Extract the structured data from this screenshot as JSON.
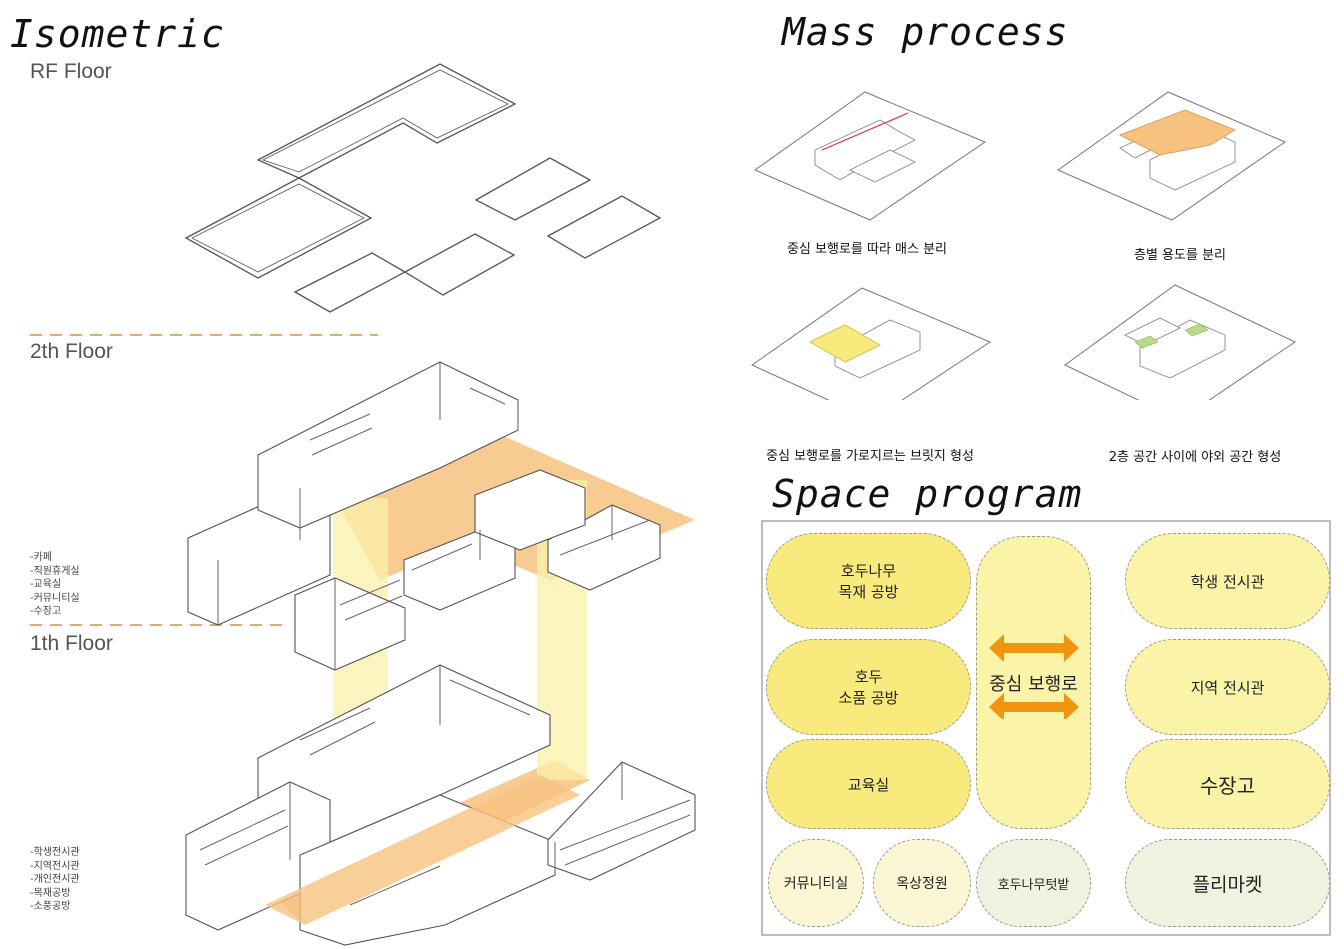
{
  "titles": {
    "isometric": "Isometric",
    "mass_process": "Mass process",
    "space_program": "Space program"
  },
  "floors": {
    "rf": "RF Floor",
    "second": "2th Floor",
    "first": "1th Floor"
  },
  "uses_2f": [
    "-카페",
    "-직원휴게실",
    "-교육실",
    "-커뮤니티실",
    "-수장고"
  ],
  "uses_1f": [
    "-학생전시관",
    "-지역전시관",
    "-개인전시관",
    "-목재공방",
    "-소풍공방"
  ],
  "mass_steps": [
    "중심 보행로를 따라 매스 분리",
    "층별 용도를 분리",
    "중심 보행로를 가로지르는 브릿지 형성",
    "2층 공간 사이에 야외 공간 형성"
  ],
  "program": {
    "woodshop": "호두나무\n목재 공방",
    "craftshop": "호두\n소품 공방",
    "education": "교육실",
    "community": "커뮤니티실",
    "rooftop": "옥상정원",
    "central_path": "중심 보행로",
    "walnut_field": "호두나무텃밭",
    "student_gallery": "학생 전시관",
    "local_gallery": "지역 전시관",
    "storage": "수장고",
    "flea_market": "플리마켓"
  },
  "colors": {
    "accent_orange": "#f6c27f",
    "accent_yellow": "#f8ea7c",
    "arrow_orange": "#ef9510",
    "path_light": "#faf3a8",
    "green_pale": "#eef3df"
  }
}
